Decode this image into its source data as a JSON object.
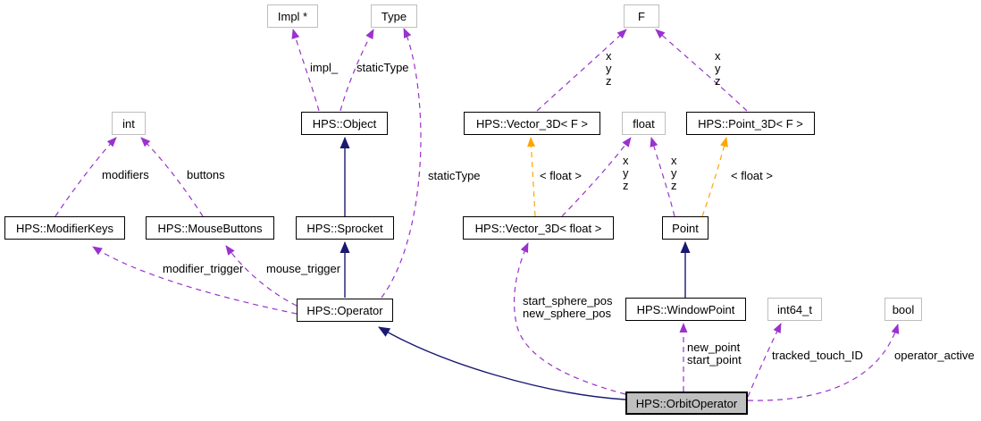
{
  "diagram": {
    "type": "collaboration-graph",
    "focus_class": "HPS::OrbitOperator",
    "colors": {
      "background": "#ffffff",
      "text": "#000000",
      "node_border": "#000000",
      "external_node_border": "#bebebe",
      "node_fill": "#ffffff",
      "focus_node_fill": "#bfbfbf",
      "inheritance_edge": "#191970",
      "usage_edge": "#9a32cd",
      "template_edge": "#ffa500"
    },
    "nodes": [
      {
        "id": "impl",
        "label": "Impl *",
        "kind": "external"
      },
      {
        "id": "type",
        "label": "Type",
        "kind": "external"
      },
      {
        "id": "f",
        "label": "F",
        "kind": "external"
      },
      {
        "id": "int",
        "label": "int",
        "kind": "external"
      },
      {
        "id": "hps-object",
        "label": "HPS::Object",
        "kind": "class"
      },
      {
        "id": "vector3d-f",
        "label": "HPS::Vector_3D< F >",
        "kind": "class"
      },
      {
        "id": "float",
        "label": "float",
        "kind": "external"
      },
      {
        "id": "point3d-f",
        "label": "HPS::Point_3D< F >",
        "kind": "class"
      },
      {
        "id": "modifierkeys",
        "label": "HPS::ModifierKeys",
        "kind": "class"
      },
      {
        "id": "mousebuttons",
        "label": "HPS::MouseButtons",
        "kind": "class"
      },
      {
        "id": "sprocket",
        "label": "HPS::Sprocket",
        "kind": "class"
      },
      {
        "id": "vector3d-float",
        "label": "HPS::Vector_3D< float >",
        "kind": "class"
      },
      {
        "id": "point",
        "label": "Point",
        "kind": "class"
      },
      {
        "id": "operator",
        "label": "HPS::Operator",
        "kind": "class"
      },
      {
        "id": "windowpoint",
        "label": "HPS::WindowPoint",
        "kind": "class"
      },
      {
        "id": "int64",
        "label": "int64_t",
        "kind": "external"
      },
      {
        "id": "bool",
        "label": "bool",
        "kind": "external"
      },
      {
        "id": "orbitoperator",
        "label": "HPS::OrbitOperator",
        "kind": "focus"
      }
    ],
    "edges": [
      {
        "id": "object-impl",
        "from": "HPS::Object",
        "to": "Impl *",
        "style": "usage",
        "label": "impl_"
      },
      {
        "id": "object-type",
        "from": "HPS::Object",
        "to": "Type",
        "style": "usage",
        "label": "staticType"
      },
      {
        "id": "operator-type",
        "from": "HPS::Operator",
        "to": "Type",
        "style": "usage",
        "label": "staticType"
      },
      {
        "id": "modifierkeys-int",
        "from": "HPS::ModifierKeys",
        "to": "int",
        "style": "usage",
        "label": "modifiers"
      },
      {
        "id": "mousebuttons-int",
        "from": "HPS::MouseButtons",
        "to": "int",
        "style": "usage",
        "label": "buttons"
      },
      {
        "id": "sprocket-object",
        "from": "HPS::Sprocket",
        "to": "HPS::Object",
        "style": "inheritance",
        "label": ""
      },
      {
        "id": "operator-sprocket",
        "from": "HPS::Operator",
        "to": "HPS::Sprocket",
        "style": "inheritance",
        "label": ""
      },
      {
        "id": "operator-modifierkeys",
        "from": "HPS::Operator",
        "to": "HPS::ModifierKeys",
        "style": "usage",
        "label": "modifier_trigger"
      },
      {
        "id": "operator-mousebuttons",
        "from": "HPS::Operator",
        "to": "HPS::MouseButtons",
        "style": "usage",
        "label": "mouse_trigger"
      },
      {
        "id": "vector3df-f",
        "from": "HPS::Vector_3D< F >",
        "to": "F",
        "style": "usage",
        "label": "x\ny\nz"
      },
      {
        "id": "point3df-f",
        "from": "HPS::Point_3D< F >",
        "to": "F",
        "style": "usage",
        "label": "x\ny\nz"
      },
      {
        "id": "vector3dfloat-vector3df",
        "from": "HPS::Vector_3D< float >",
        "to": "HPS::Vector_3D< F >",
        "style": "template",
        "label": "< float >"
      },
      {
        "id": "vector3dfloat-float",
        "from": "HPS::Vector_3D< float >",
        "to": "float",
        "style": "usage",
        "label": "x\ny\nz"
      },
      {
        "id": "point-float",
        "from": "Point",
        "to": "float",
        "style": "usage",
        "label": "x\ny\nz"
      },
      {
        "id": "point-point3df",
        "from": "Point",
        "to": "HPS::Point_3D< F >",
        "style": "template",
        "label": "< float >"
      },
      {
        "id": "windowpoint-point",
        "from": "HPS::WindowPoint",
        "to": "Point",
        "style": "inheritance",
        "label": ""
      },
      {
        "id": "orbit-operator",
        "from": "HPS::OrbitOperator",
        "to": "HPS::Operator",
        "style": "inheritance",
        "label": ""
      },
      {
        "id": "orbit-vector3dfloat",
        "from": "HPS::OrbitOperator",
        "to": "HPS::Vector_3D< float >",
        "style": "usage",
        "label": "start_sphere_pos\nnew_sphere_pos"
      },
      {
        "id": "orbit-windowpoint",
        "from": "HPS::OrbitOperator",
        "to": "HPS::WindowPoint",
        "style": "usage",
        "label": "new_point\nstart_point"
      },
      {
        "id": "orbit-int64",
        "from": "HPS::OrbitOperator",
        "to": "int64_t",
        "style": "usage",
        "label": "tracked_touch_ID"
      },
      {
        "id": "orbit-bool",
        "from": "HPS::OrbitOperator",
        "to": "bool",
        "style": "usage",
        "label": "operator_active"
      }
    ]
  }
}
